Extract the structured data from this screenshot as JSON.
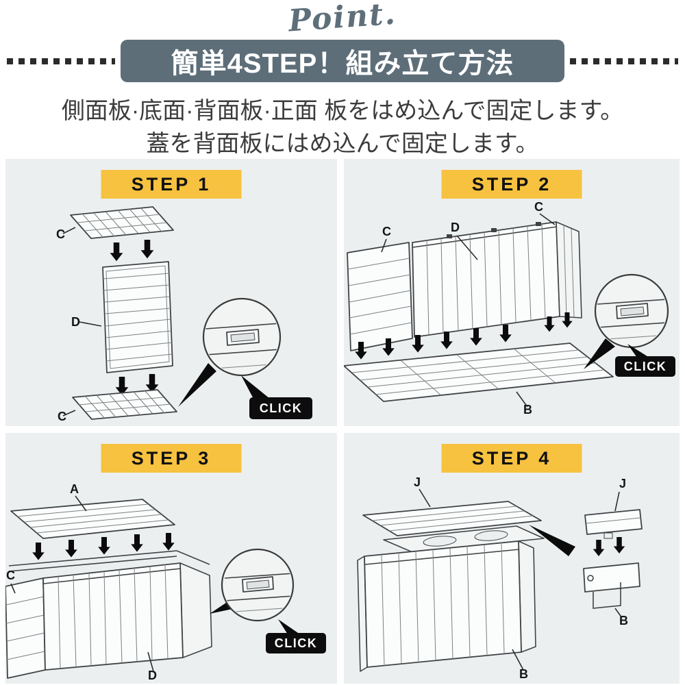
{
  "header": {
    "script_word": "Point.",
    "banner_title": "簡単4STEP！組み立て方法",
    "description_line1": "側面板·底面·背面板·正面 板をはめ込んで固定します。",
    "description_line2": "蓋を背面板にはめ込んで固定します。"
  },
  "steps": [
    {
      "label": "STEP 1",
      "click": "CLICK",
      "parts": {
        "c_top": "C",
        "d": "D",
        "c_bottom": "C"
      }
    },
    {
      "label": "STEP 2",
      "click": "CLICK",
      "parts": {
        "c_left": "C",
        "d": "D",
        "c_right": "C",
        "b": "B"
      }
    },
    {
      "label": "STEP 3",
      "click": "CLICK",
      "parts": {
        "a": "A",
        "c": "C",
        "d": "D"
      }
    },
    {
      "label": "STEP 4",
      "parts": {
        "j_left": "J",
        "j_right": "J",
        "b_right": "B",
        "b_front": "B"
      }
    }
  ],
  "colors": {
    "title_banner_bg": "#5d6e79",
    "step_banner_bg": "#f6c23f",
    "quad_bg": "#eceff0",
    "click_badge_bg": "#0d0d0d",
    "text_dark": "#3c3c3c"
  }
}
